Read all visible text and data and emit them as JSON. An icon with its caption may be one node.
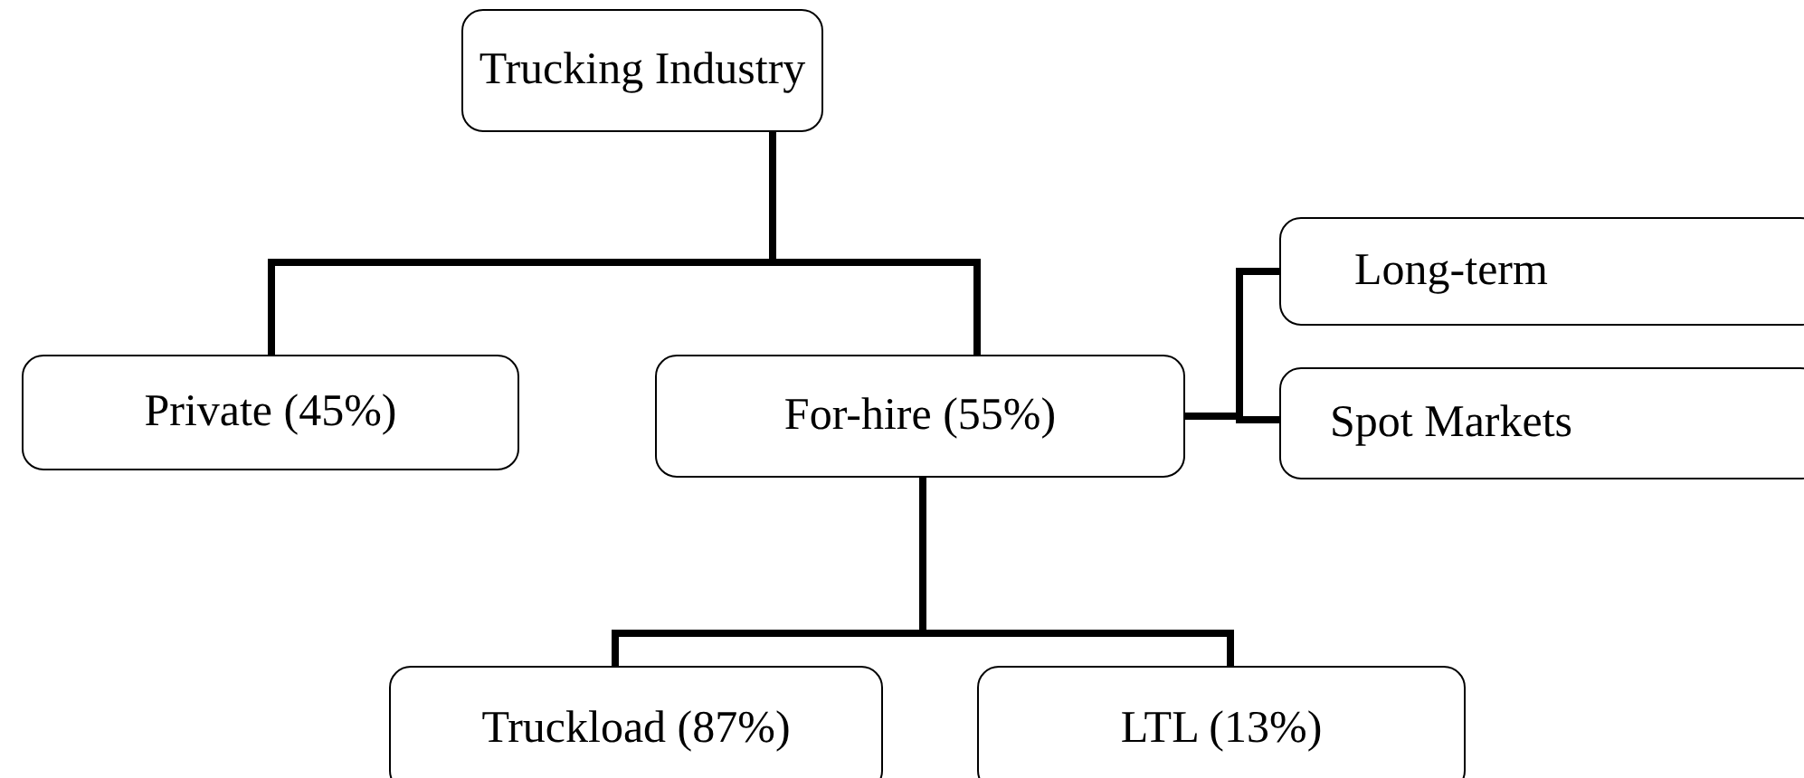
{
  "diagram": {
    "nodes": [
      {
        "text": [
          "Trucking Industry"
        ]
      },
      {
        "text": [
          "Private (45%)"
        ]
      },
      {
        "text": [
          "For-hire (55%)"
        ]
      },
      {
        "text": [
          "Long-term"
        ]
      },
      {
        "text": [
          "Spot Markets"
        ]
      },
      {
        "text": [
          "Truckload (87%)"
        ]
      },
      {
        "text": [
          "LTL (13%)"
        ]
      }
    ],
    "edges": [
      {
        "from": 0,
        "to": 1,
        "arrow": "none"
      },
      {
        "from": 0,
        "to": 2,
        "arrow": "none"
      },
      {
        "from": 2,
        "to": 3,
        "arrow": "none"
      },
      {
        "from": 2,
        "to": 4,
        "arrow": "none"
      },
      {
        "from": 2,
        "to": 5,
        "arrow": "none"
      },
      {
        "from": 2,
        "to": 6,
        "arrow": "none"
      }
    ]
  }
}
